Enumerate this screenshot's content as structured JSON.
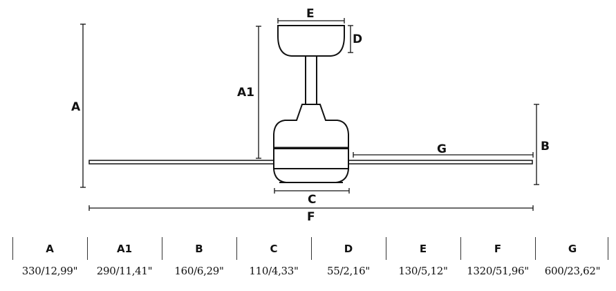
{
  "diagram": {
    "dimension_labels": {
      "A": "A",
      "A1": "A1",
      "B": "B",
      "C": "C",
      "D": "D",
      "E": "E",
      "F": "F",
      "G": "G"
    }
  },
  "spec_table": {
    "columns": [
      {
        "key": "A",
        "header": "A",
        "value": "330/12,99\""
      },
      {
        "key": "A1",
        "header": "A1",
        "value": "290/11,41\""
      },
      {
        "key": "B",
        "header": "B",
        "value": "160/6,29\""
      },
      {
        "key": "C",
        "header": "C",
        "value": "110/4,33\""
      },
      {
        "key": "D",
        "header": "D",
        "value": "55/2,16\""
      },
      {
        "key": "E",
        "header": "E",
        "value": "130/5,12\""
      },
      {
        "key": "F",
        "header": "F",
        "value": "1320/51,96\""
      },
      {
        "key": "G",
        "header": "G",
        "value": "600/23,62\""
      }
    ]
  }
}
